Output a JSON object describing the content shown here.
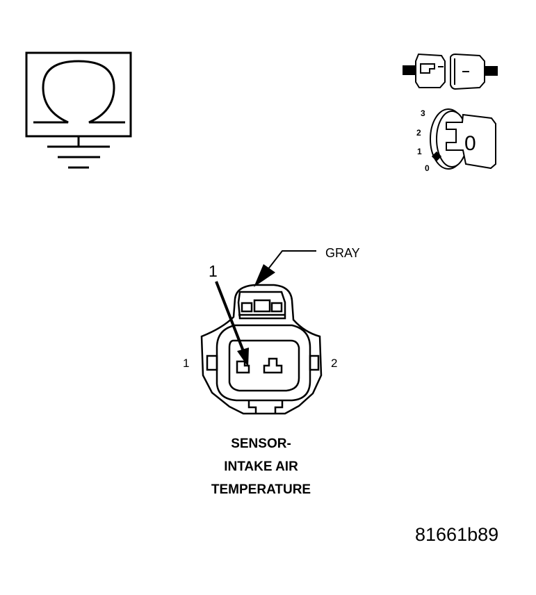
{
  "callout": {
    "wire_color": "GRAY",
    "number": "1"
  },
  "pins": {
    "left": "1",
    "right": "2"
  },
  "caption": {
    "line1": "SENSOR-",
    "line2": "INTAKE AIR",
    "line3": "TEMPERATURE"
  },
  "ignition_key": {
    "positions": [
      "3",
      "2",
      "1",
      "0"
    ],
    "key_label": "0"
  },
  "figure_id": "81661b89",
  "icons": [
    "ohmmeter-ground-icon",
    "connector-disconnected-icon",
    "ignition-key-off-icon"
  ]
}
